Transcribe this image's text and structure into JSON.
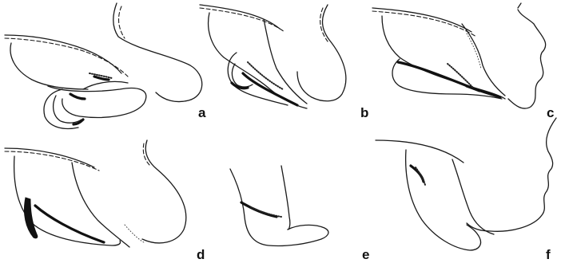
{
  "figure": {
    "panels": [
      {
        "id": "a",
        "label": "a"
      },
      {
        "id": "b",
        "label": "b"
      },
      {
        "id": "c",
        "label": "c"
      },
      {
        "id": "d",
        "label": "d"
      },
      {
        "id": "e",
        "label": "e"
      },
      {
        "id": "f",
        "label": "f"
      }
    ],
    "colors": {
      "ink": "#1a1a1a",
      "background": "#ffffff"
    }
  }
}
